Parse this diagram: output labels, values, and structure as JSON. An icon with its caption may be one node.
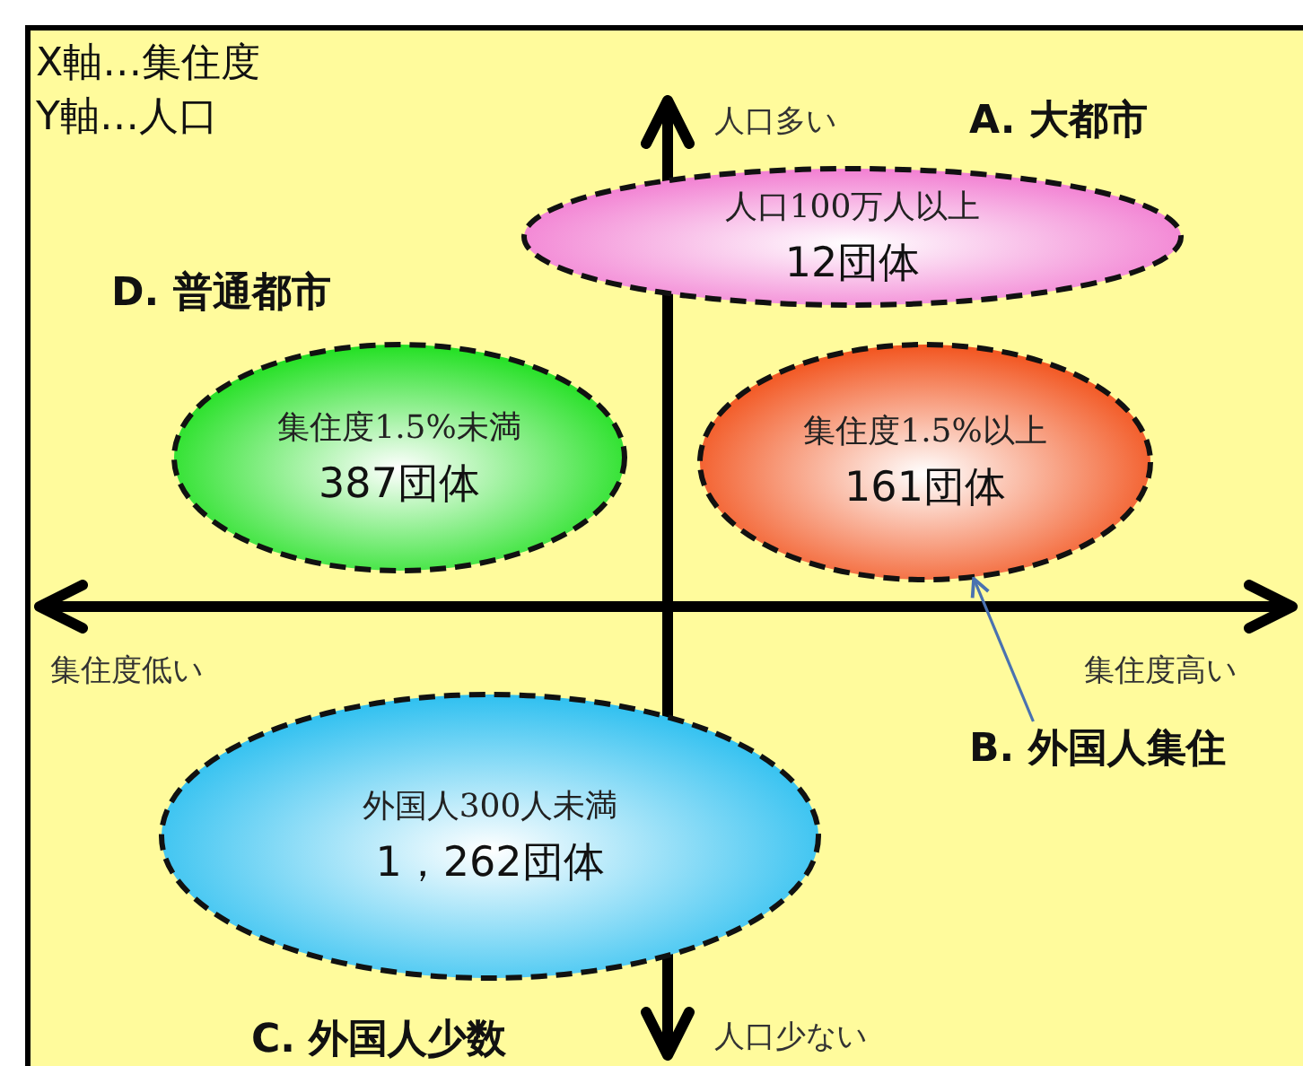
{
  "diagram": {
    "nodes": [
      {
        "text": [
          "人口100万人以上",
          "12団体"
        ]
      },
      {
        "text": [
          "集住度1.5%未満",
          "387団体"
        ]
      },
      {
        "text": [
          "集住度1.5%以上",
          "161団体"
        ]
      },
      {
        "text": [
          "B. 外国人集住"
        ]
      },
      {
        "text": [
          "外国人300人未満",
          "1，262団体"
        ]
      }
    ],
    "edges": [
      {
        "from": 3,
        "to": 2,
        "arrow": "to"
      }
    ],
    "labels": [
      "X軸…集住度",
      "Y軸…人口",
      "人口多い",
      "A. 大都市",
      "D. 普通都市",
      "集住度低い",
      "集住度高い",
      "C. 外国人少数",
      "人口少ない"
    ]
  }
}
